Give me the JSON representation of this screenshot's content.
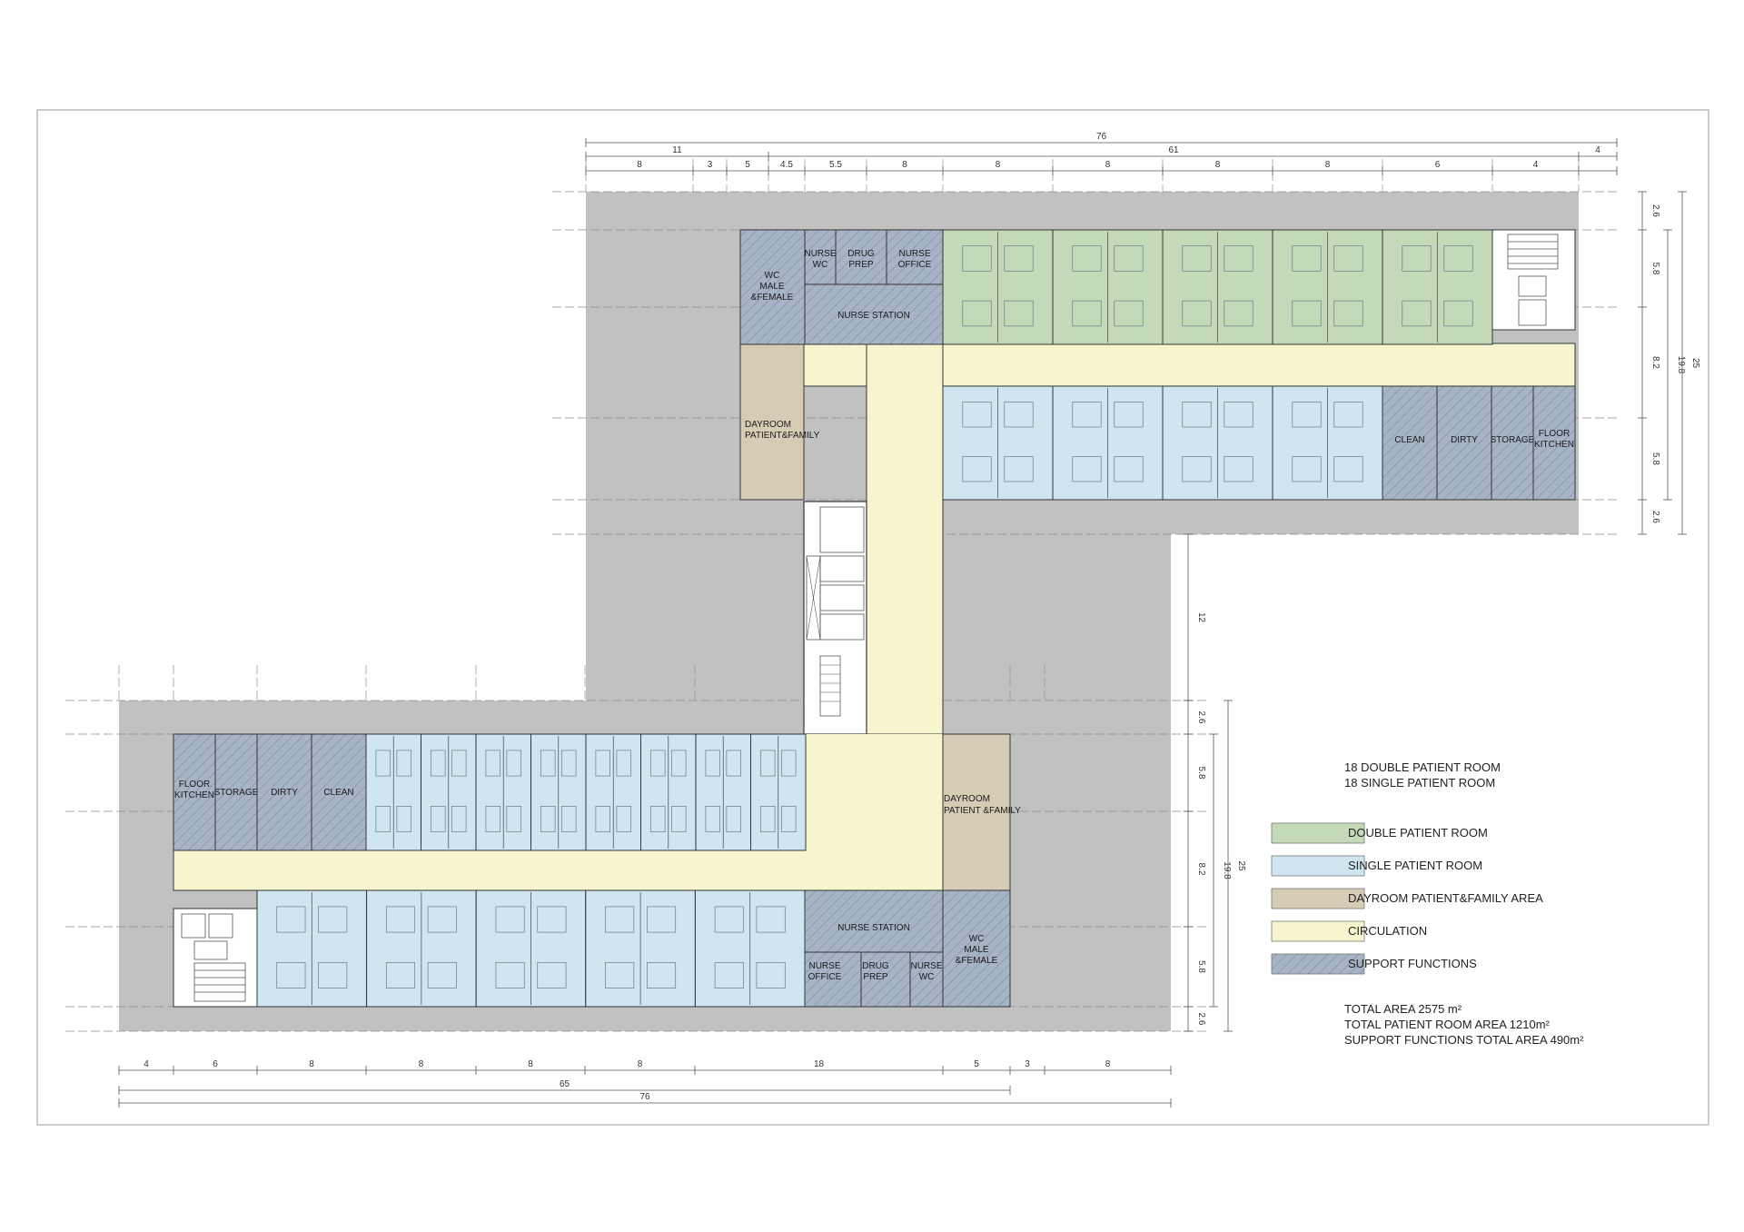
{
  "colors": {
    "background_band": "#c1c1c1",
    "double_room": "#c4d9b8",
    "single_room": "#cfe6f0",
    "dayroom": "#d6ccb6",
    "circulation": "#f6f5cd",
    "support": "#a7b4c5",
    "grid_line": "#8f8f8f",
    "outline": "#333333"
  },
  "north_wing": {
    "top_labels": [
      "NURSE WC",
      "DRUG PREP",
      "NURSE OFFICE"
    ],
    "wc_label": "WC MALE &FEMALE",
    "nurse_station": "NURSE STATION",
    "dayroom": "DAYROOM PATIENT&FAMILY",
    "support_rooms": [
      "CLEAN",
      "DIRTY",
      "STORAGE",
      "FLOOR KITCHEN"
    ],
    "double_room_count": 5,
    "single_room_count": 4
  },
  "south_wing": {
    "support_rooms": [
      "FLOOR KITCHEN",
      "STORAGE",
      "DIRTY",
      "CLEAN"
    ],
    "dayroom": "DAYROOM PATIENT &FAMILY",
    "nurse_station": "NURSE STATION",
    "bottom_labels": [
      "NURSE OFFICE",
      "DRUG PREP",
      "NURSE WC"
    ],
    "wc_label": "WC MALE &FEMALE",
    "single_room_count_top": 8,
    "single_room_count_bottom": 5
  },
  "dimensions": {
    "top_total": "76",
    "top_sub": [
      "11",
      "61",
      "4"
    ],
    "top_row": [
      "8",
      "3",
      "5",
      "4.5",
      "5.5",
      "8",
      "8",
      "8",
      "8",
      "8",
      "6",
      "4"
    ],
    "right_upper": [
      "2.6",
      "5.8",
      "8.2",
      "5.8",
      "2.6"
    ],
    "right_upper_sum": "19.8",
    "right_upper_total": "25",
    "right_mid": "12",
    "right_lower": [
      "2.6",
      "5.8",
      "8.2",
      "5.8",
      "2.6"
    ],
    "right_lower_sum": "19.8",
    "right_lower_total": "25",
    "bottom_row": [
      "4",
      "6",
      "8",
      "8",
      "8",
      "8",
      "18",
      "5",
      "3",
      "8"
    ],
    "bottom_sub": "65",
    "bottom_total": "76"
  },
  "summary": {
    "line1": "18 DOUBLE PATIENT  ROOM",
    "line2": "18 SINGLE PATIENT ROOM"
  },
  "legend": [
    {
      "label": "DOUBLE PATIENT  ROOM",
      "color": "#c4d9b8"
    },
    {
      "label": "SINGLE PATIENT ROOM",
      "color": "#cfe6f0"
    },
    {
      "label": "DAYROOM PATIENT&FAMILY AREA",
      "color": "#d6ccb6"
    },
    {
      "label": "CIRCULATION",
      "color": "#f6f5cd"
    },
    {
      "label": "SUPPORT FUNCTIONS",
      "color": "#a7b4c5"
    }
  ],
  "totals": {
    "total_area": "TOTAL AREA 2575 m²",
    "patient_area": "TOTAL PATIENT ROOM AREA 1210m²",
    "support_area": "SUPPORT FUNCTIONS TOTAL AREA 490m²"
  }
}
